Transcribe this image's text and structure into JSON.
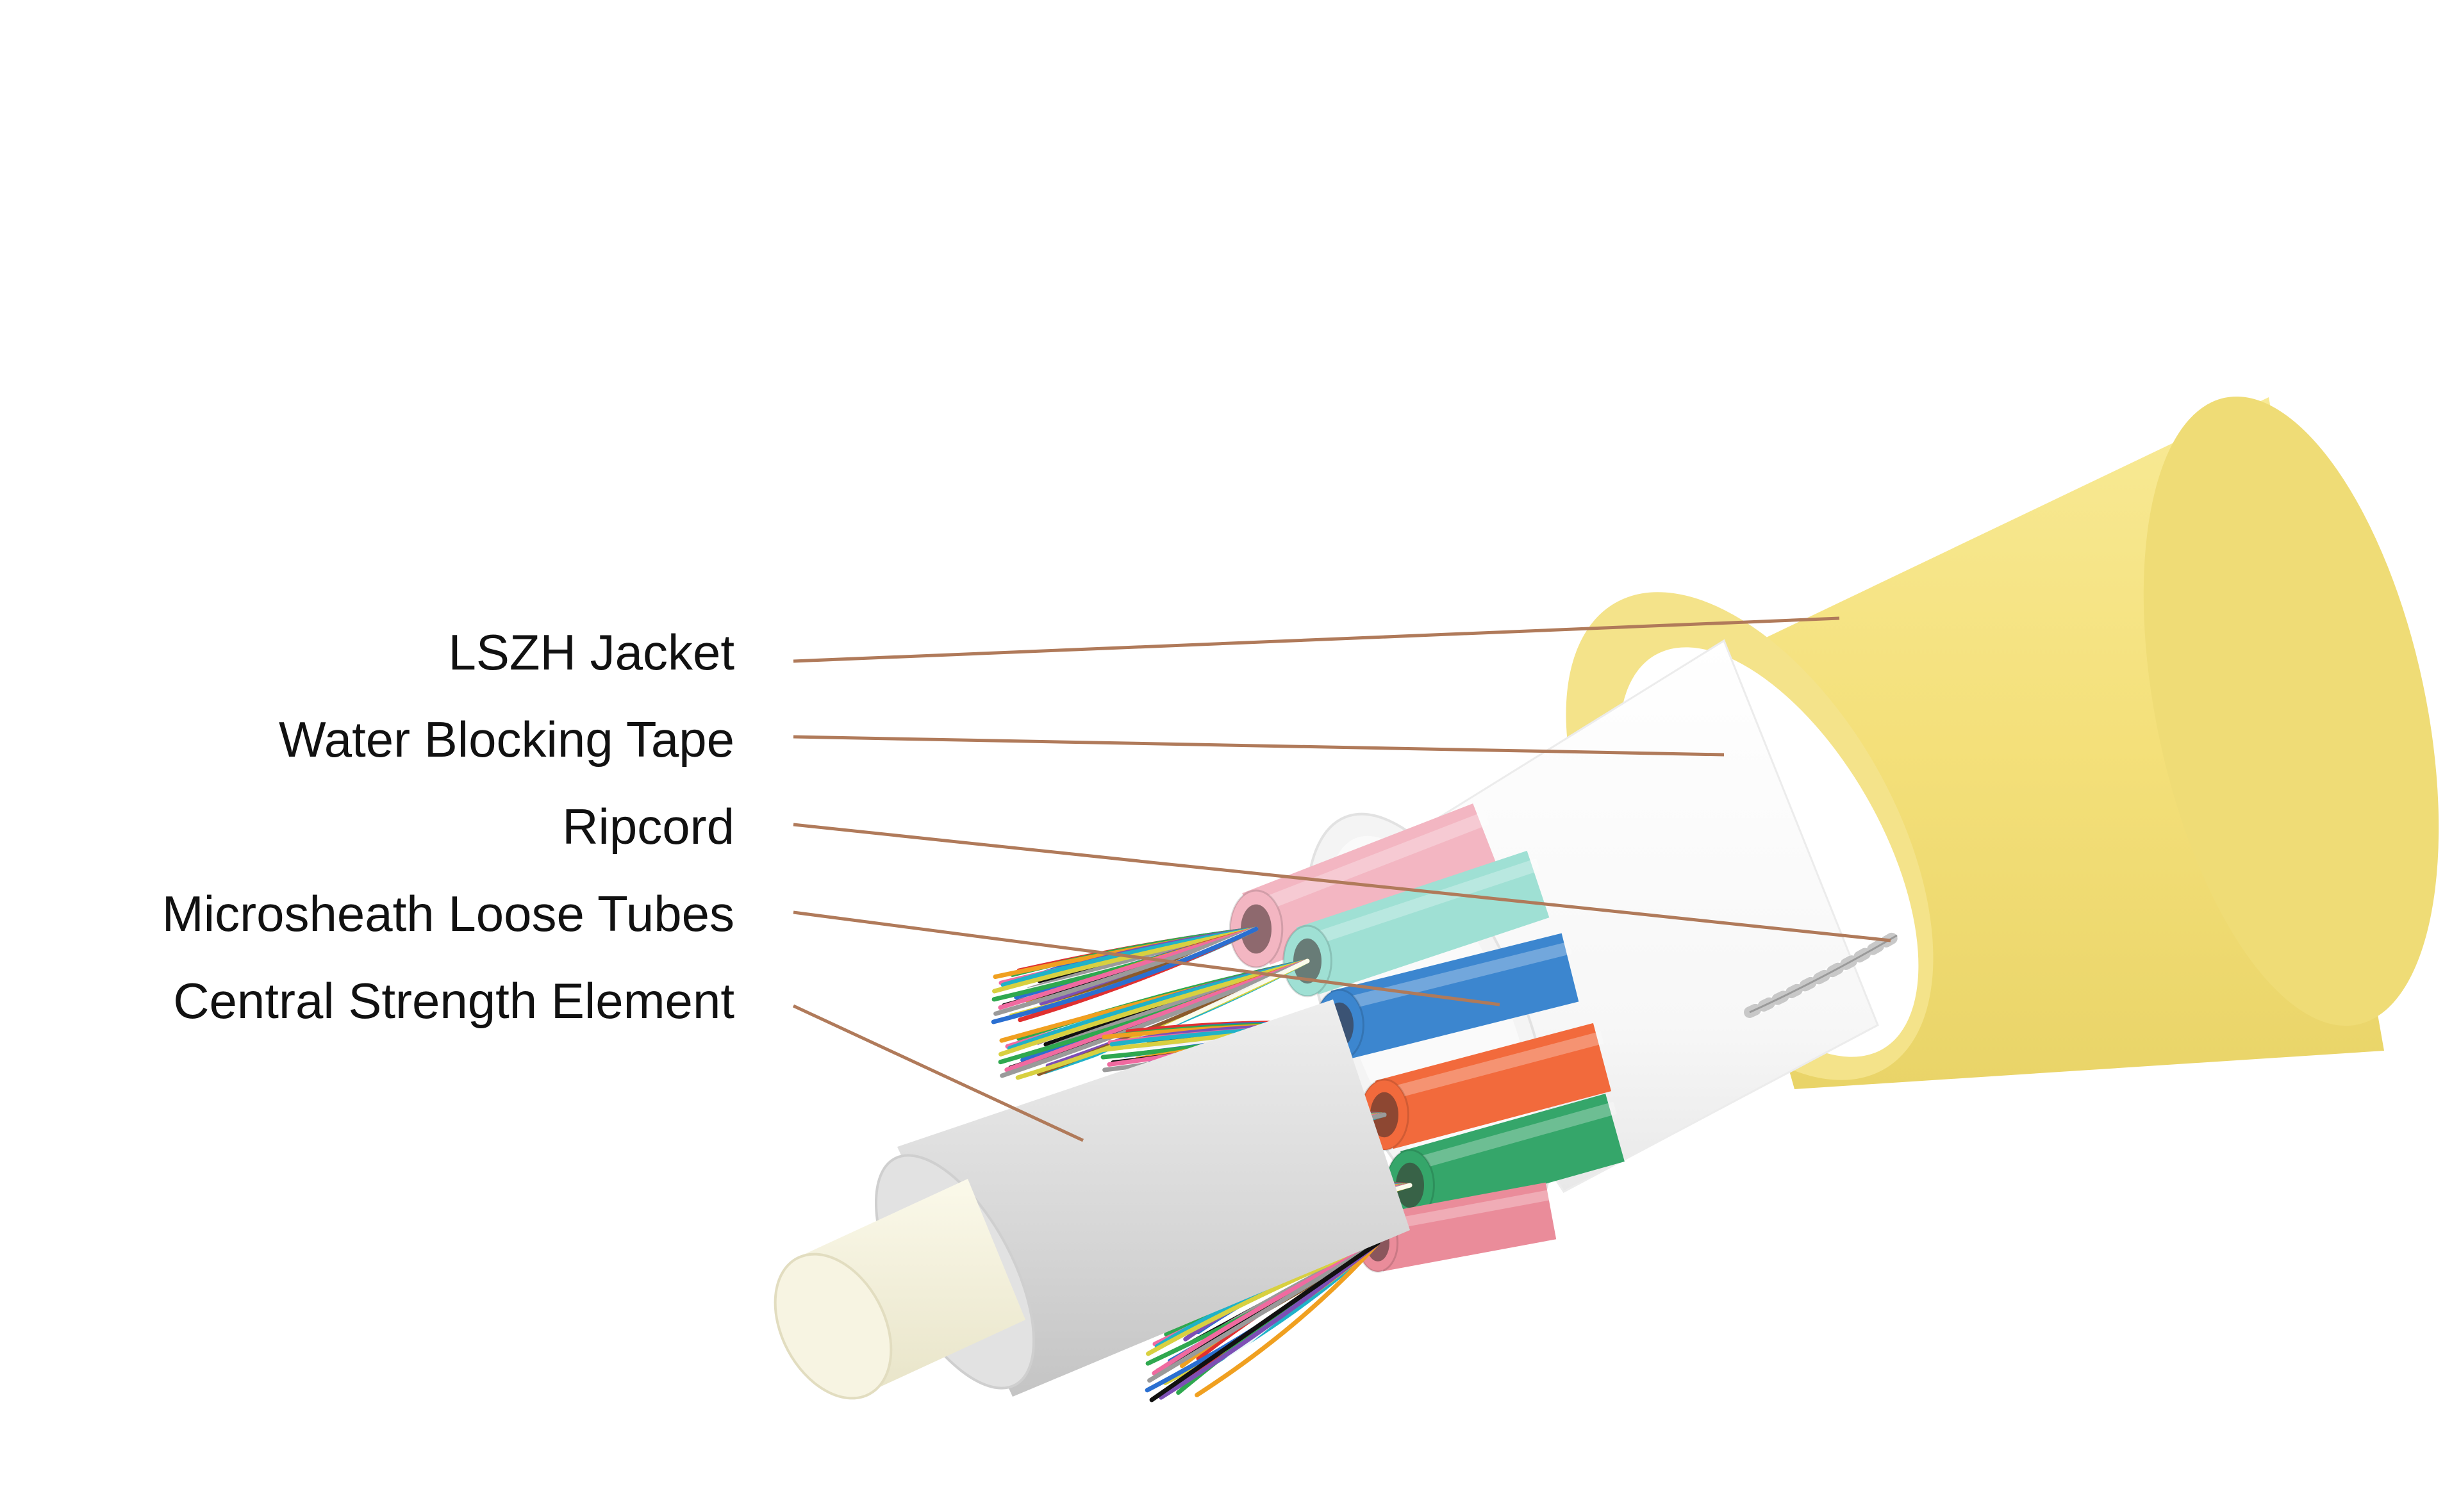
{
  "labels": [
    {
      "id": "jacket",
      "text": "LSZH Jacket"
    },
    {
      "id": "tape",
      "text": "Water Blocking Tape"
    },
    {
      "id": "ripcord",
      "text": "Ripcord"
    },
    {
      "id": "tubes",
      "text": "Microsheath Loose Tubes"
    },
    {
      "id": "strength",
      "text": "Central Strength Element"
    }
  ],
  "colors": {
    "leader_line": "#b07a5a",
    "jacket": "#f6e68a",
    "jacket_inner": "#fbf1b8",
    "tape": "#ffffff",
    "strength_member": "#f3f0dc",
    "strength_sleeve": "#d9d9d9",
    "tube_pink": "#f3b6c2",
    "tube_cyan": "#9fe0d4",
    "tube_blue": "#3c86cf",
    "tube_orange": "#f26a3c",
    "tube_green": "#35a66a",
    "tube_rose": "#ea8c9a"
  },
  "fiber_colors": [
    "#e03030",
    "#2a6fd1",
    "#2fa84f",
    "#f0a020",
    "#7d4fb5",
    "#111111",
    "#f06aa0",
    "#20b2c8",
    "#8b5a2b",
    "#9a9a9a",
    "#d8d040",
    "#ffffff"
  ]
}
